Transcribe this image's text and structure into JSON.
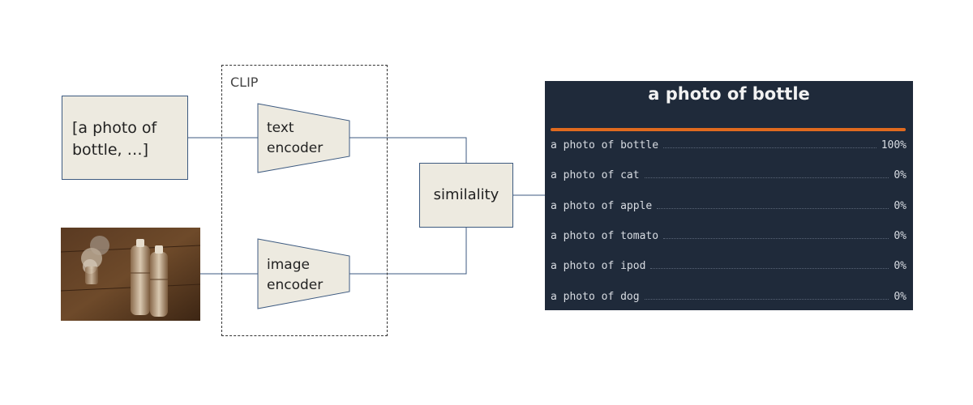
{
  "input_text": {
    "line1": "[a photo of",
    "line2": "bottle, …]"
  },
  "clip": {
    "label": "CLIP"
  },
  "text_encoder": {
    "line1": "text",
    "line2": "encoder"
  },
  "image_encoder": {
    "line1": "image",
    "line2": "encoder"
  },
  "similarity": {
    "label": "similality"
  },
  "results": {
    "title": "a photo of bottle",
    "rows": [
      {
        "label": "a photo of bottle",
        "value": "100%"
      },
      {
        "label": "a photo of cat",
        "value": "0%"
      },
      {
        "label": "a photo of apple",
        "value": "0%"
      },
      {
        "label": "a photo of tomato",
        "value": "0%"
      },
      {
        "label": "a photo of ipod",
        "value": "0%"
      },
      {
        "label": "a photo of dog",
        "value": "0%"
      }
    ]
  },
  "colors": {
    "box_fill": "#edeae0",
    "box_border": "#3d5a80",
    "panel_bg": "#1f2a3a",
    "accent_bar": "#e06a1f"
  }
}
